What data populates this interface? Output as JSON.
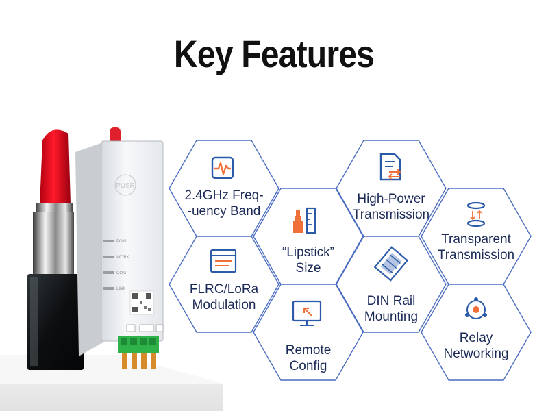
{
  "title": "Key Features",
  "colors": {
    "hex_border": "#4a6cc0",
    "icon_blue": "#2b5aa8",
    "icon_orange": "#f0703a",
    "text_dark": "#1b2a57"
  },
  "device": {
    "brand": "PUSR",
    "leds": [
      "POW",
      "WORK",
      "COM",
      "LINK"
    ]
  },
  "features": [
    {
      "icon": "waveform-icon",
      "line1": "2.4GHz Freq-",
      "line2": "-uency Band"
    },
    {
      "icon": "document-transfer-icon",
      "line1": "High-Power",
      "line2": "Transmission"
    },
    {
      "icon": "lipstick-ruler-icon",
      "line1": "“Lipstick”",
      "line2": "Size"
    },
    {
      "icon": "transparent-transfer-icon",
      "line1": "Transparent",
      "line2": "Transmission"
    },
    {
      "icon": "modulation-window-icon",
      "line1": "FLRC/LoRa",
      "line2": "Modulation"
    },
    {
      "icon": "din-rail-icon",
      "line1": "DIN Rail",
      "line2": "Mounting"
    },
    {
      "icon": "remote-monitor-icon",
      "line1": "Remote",
      "line2": "Config"
    },
    {
      "icon": "relay-network-icon",
      "line1": "Relay",
      "line2": "Networking"
    }
  ]
}
